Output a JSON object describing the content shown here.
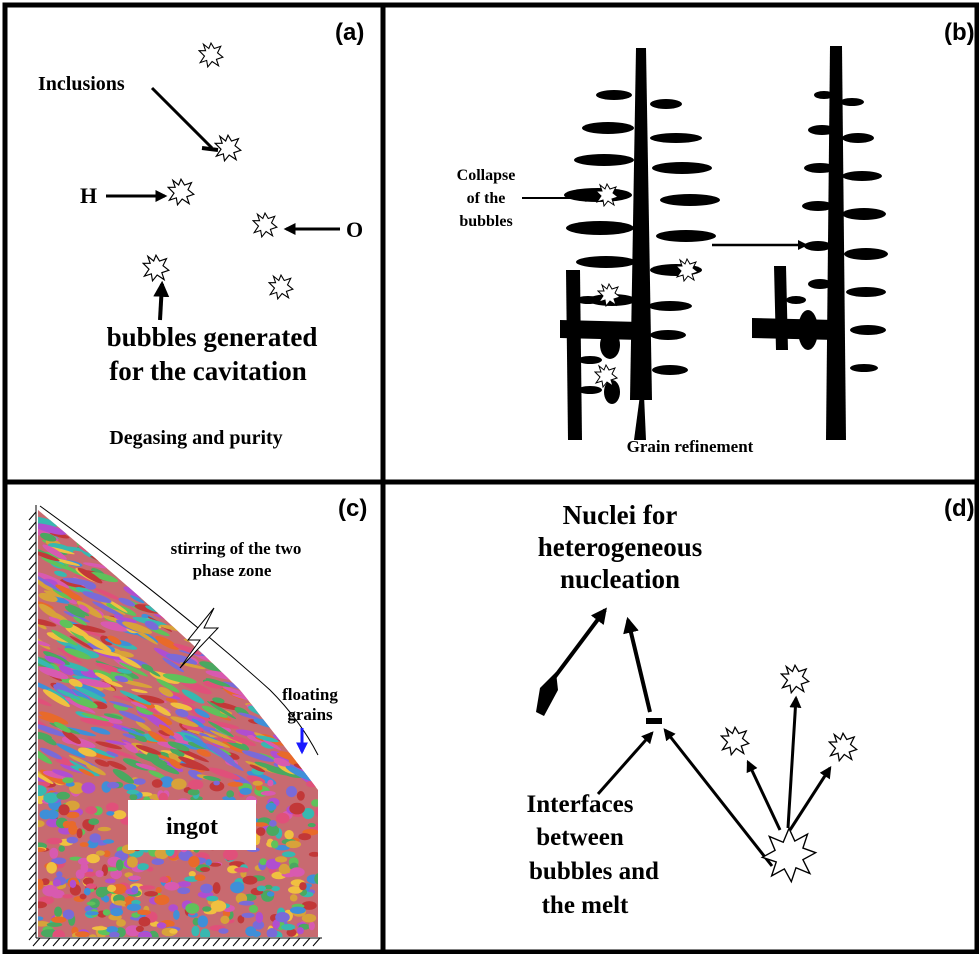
{
  "panels": {
    "a": {
      "label": "(a)",
      "inclusions": "Inclusions",
      "h": "H",
      "o": "O",
      "bubbles_line1": "bubbles generated",
      "bubbles_line2": "for the cavitation",
      "caption": "Degasing and purity"
    },
    "b": {
      "label": "(b)",
      "collapse_line1": "Collapse",
      "collapse_line2": "of the",
      "collapse_line3": "bubbles",
      "caption": "Grain refinement"
    },
    "c": {
      "label": "(c)",
      "stirring_line1": "stirring of the two",
      "stirring_line2": "phase zone",
      "floating_line1": "floating",
      "floating_line2": "grains",
      "ingot": "ingot"
    },
    "d": {
      "label": "(d)",
      "nuclei_line1": "Nuclei for",
      "nuclei_line2": "heterogeneous",
      "nuclei_line3": "nucleation",
      "interfaces_line1": "Interfaces",
      "interfaces_line2": "between",
      "interfaces_line3": "bubbles and",
      "interfaces_line4": "the melt"
    }
  },
  "colors": {
    "border": "#000000",
    "floating_arrow": "#1a1aff",
    "grain_palette": [
      "#e0507a",
      "#3f8fd8",
      "#5fc25a",
      "#d8a23a",
      "#b04ed0",
      "#e86a2a",
      "#38b8b0",
      "#c23838",
      "#7a6ad8",
      "#f0c040",
      "#4aa860",
      "#d85ab0"
    ]
  },
  "icons": [
    "bubble-icon",
    "lightning-icon",
    "dendrite-icon",
    "arrow-icon"
  ]
}
